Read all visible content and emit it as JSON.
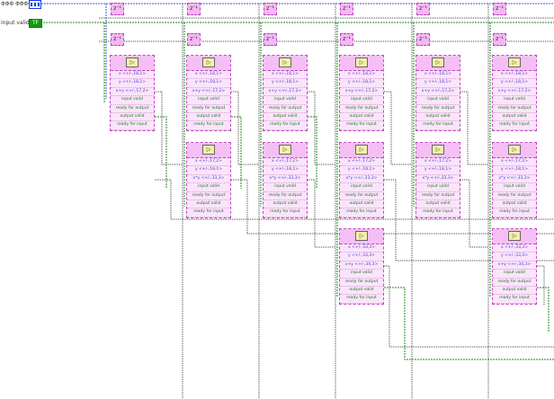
{
  "controls": {
    "u16_label": "ΦΦΦ ΦΦΦΦ",
    "input_valid_label": "input valid",
    "bool_value": "TF"
  },
  "delay_label": "z⁻¹",
  "blocks": {
    "mult": {
      "rows": [
        "x <+/-,18,1>",
        "y <+/-,18,1>",
        "x+y <+/-,17,2>"
      ],
      "ios": [
        "input valid",
        "ready for output",
        "output valid",
        "ready for input"
      ]
    },
    "add": {
      "rows": [
        "x <+/-,17,2>",
        "y <+/-,18,1>",
        "x*y <+/-,33,3>"
      ],
      "ios": [
        "input valid",
        "ready for output",
        "output valid",
        "ready for input"
      ]
    },
    "acc": {
      "rows": [
        "x <+/-,33,3>",
        "y <+/-,33,3>",
        "x+y <+/-,34,3>"
      ],
      "ios": [
        "input valid",
        "ready for output",
        "output valid",
        "ready for input"
      ]
    }
  },
  "colors": {
    "block_bg": "#fbe4fb",
    "block_border": "#c04ac0",
    "wire_green": "#1a8a1a",
    "wire_blue": "#3a5ad0",
    "wire_dark": "#444444"
  },
  "icons": {
    "block_header": "yellow-triangle-icon",
    "bool_control": "tf-terminal-icon",
    "int_control": "u16-terminal-icon"
  }
}
